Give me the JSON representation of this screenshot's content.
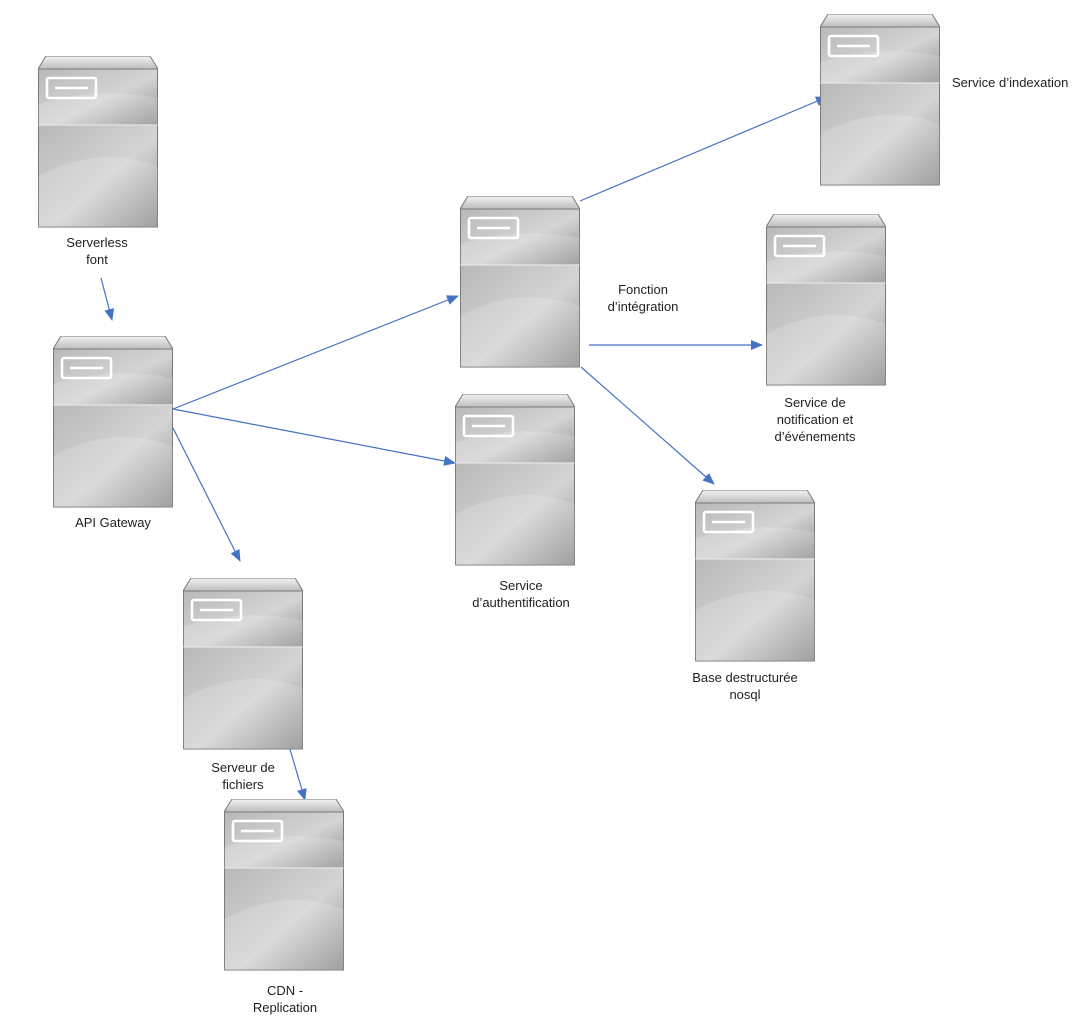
{
  "diagram": {
    "nodes": [
      {
        "id": "serverless-font",
        "label": "Serverless\nfont"
      },
      {
        "id": "api-gateway",
        "label": "API Gateway"
      },
      {
        "id": "serveur-fichiers",
        "label": "Serveur de\nfichiers"
      },
      {
        "id": "cdn-replication",
        "label": "CDN -\nReplication"
      },
      {
        "id": "service-auth",
        "label": "Service\nd’authentification"
      },
      {
        "id": "fonction-integration",
        "label": "Fonction\nd’intégration"
      },
      {
        "id": "service-indexation",
        "label": "Service d’indexation"
      },
      {
        "id": "service-notification",
        "label": "Service de\nnotification et\nd’événements"
      },
      {
        "id": "base-nosql",
        "label": "Base destructurée\nnosql"
      }
    ],
    "edges": [
      {
        "from": "serverless-font",
        "to": "api-gateway"
      },
      {
        "from": "api-gateway",
        "to": "fonction-integration"
      },
      {
        "from": "api-gateway",
        "to": "service-auth"
      },
      {
        "from": "api-gateway",
        "to": "serveur-fichiers"
      },
      {
        "from": "serveur-fichiers",
        "to": "cdn-replication"
      },
      {
        "from": "fonction-integration",
        "to": "service-indexation"
      },
      {
        "from": "fonction-integration",
        "to": "service-notification"
      },
      {
        "from": "fonction-integration",
        "to": "base-nosql"
      }
    ],
    "colors": {
      "arrow": "#4472c4",
      "server_light": "#d4d4d4",
      "server_dark": "#8e8e8e",
      "outline": "#7a7a7a"
    }
  }
}
